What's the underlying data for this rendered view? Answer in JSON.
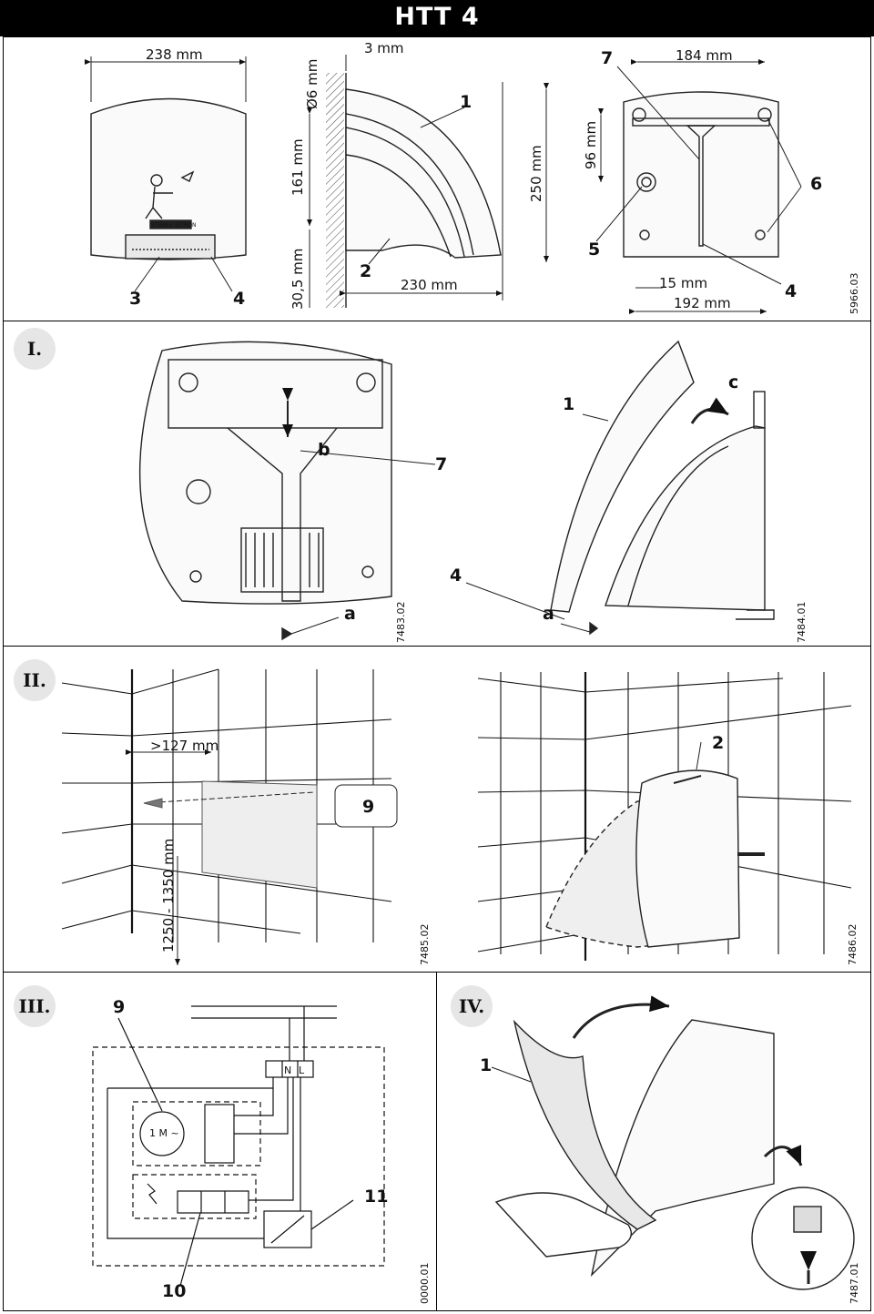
{
  "title": "HTT 4",
  "section_top": {
    "dims": [
      "238 mm",
      "3 mm",
      "Ø6 mm",
      "161 mm",
      "30,5 mm",
      "250 mm",
      "230 mm",
      "184 mm",
      "96 mm",
      "15 mm",
      "192 mm"
    ],
    "callouts": [
      "1",
      "2",
      "3",
      "4",
      "5",
      "6",
      "7",
      "4"
    ],
    "brand": "STIEBEL ELTRON",
    "code": "5966.03"
  },
  "section_I": {
    "roman": "I.",
    "callouts": [
      "b",
      "7",
      "1",
      "c",
      "4",
      "a",
      "a"
    ],
    "code_left": "7483.02",
    "code_right": "7484.01"
  },
  "section_II": {
    "roman": "II.",
    "dims": [
      ">127 mm",
      "1250 - 1350 mm"
    ],
    "callouts": [
      "9",
      "2"
    ],
    "code_left": "7485.02",
    "code_right": "7486.02"
  },
  "section_III": {
    "roman": "III.",
    "callouts": [
      "9",
      "10",
      "11"
    ],
    "terminals": [
      "N",
      "L"
    ],
    "motor": "1 M ~",
    "code": "0000.01"
  },
  "section_IV": {
    "roman": "IV.",
    "callouts": [
      "1"
    ],
    "code": "7487.01"
  }
}
